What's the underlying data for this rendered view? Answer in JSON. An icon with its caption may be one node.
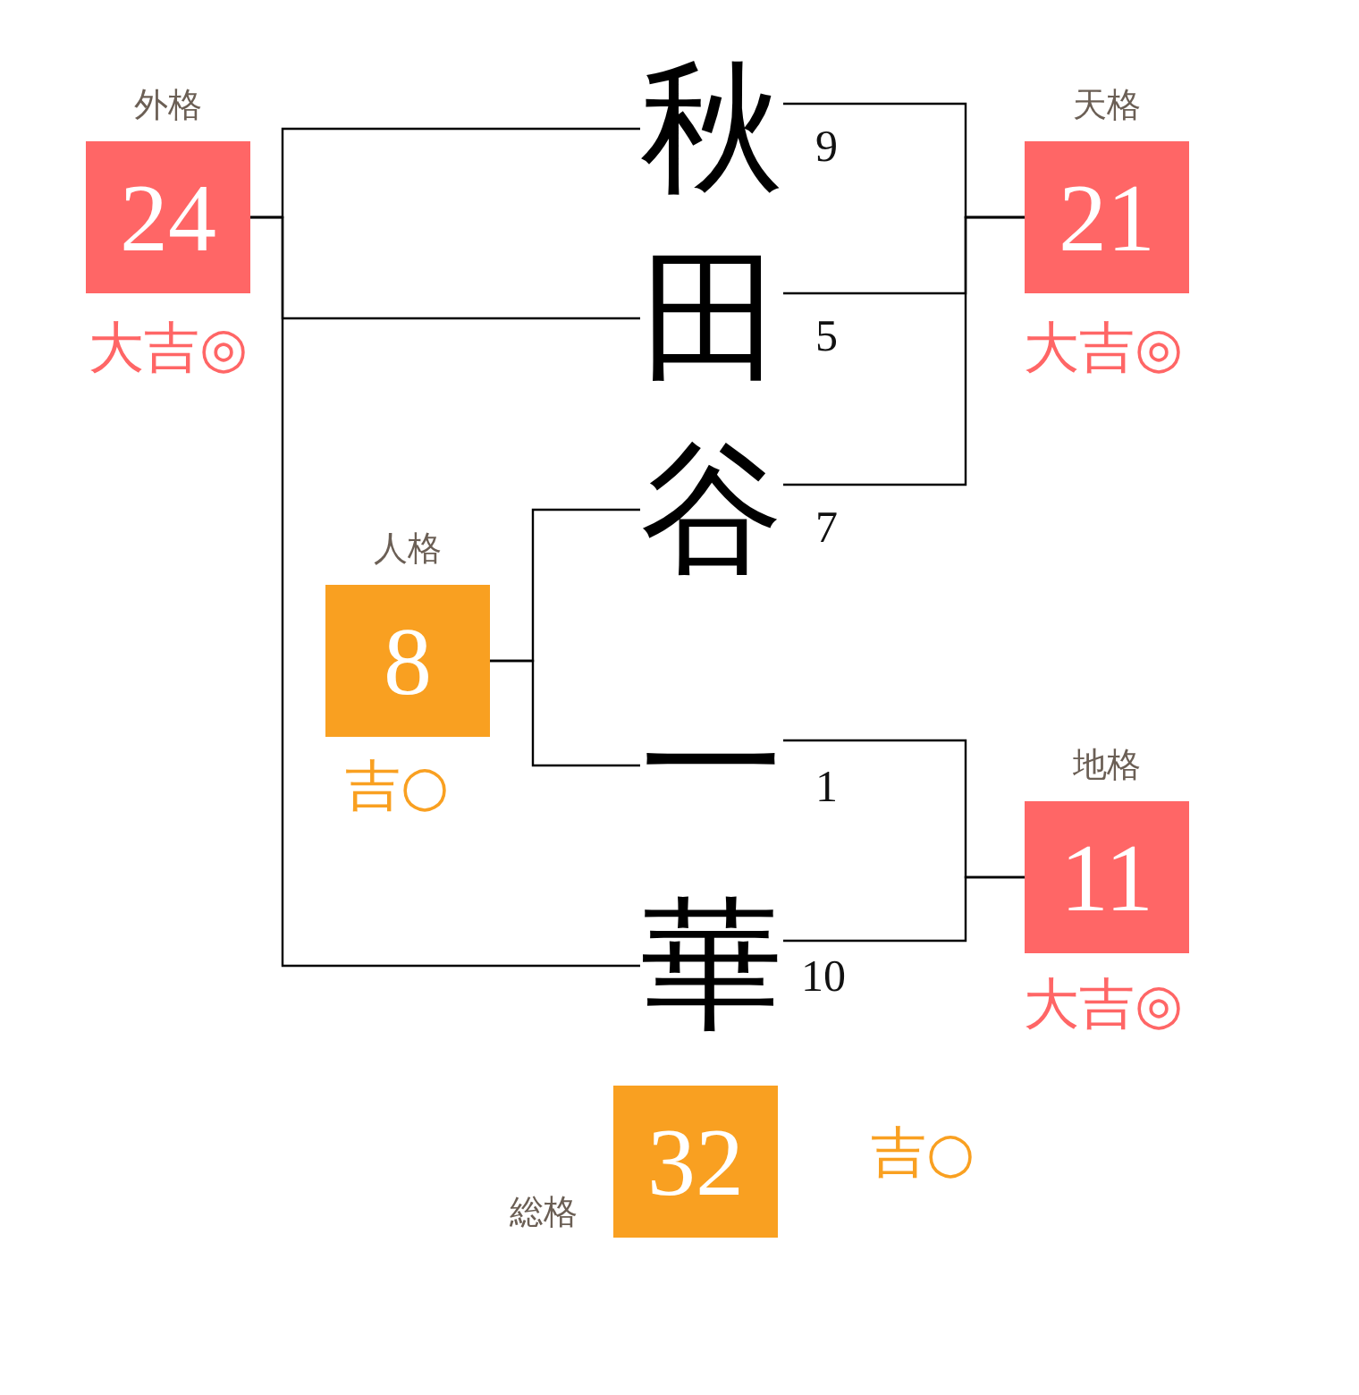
{
  "diagram": {
    "nodes": [
      {
        "text": [
          "秋"
        ],
        "beside": [
          "9"
        ]
      },
      {
        "text": [
          "田"
        ],
        "beside": [
          "5"
        ]
      },
      {
        "text": [
          "谷"
        ],
        "beside": [
          "7"
        ]
      },
      {
        "text": [
          "一"
        ],
        "beside": [
          "1"
        ]
      },
      {
        "text": [
          "華"
        ],
        "beside": [
          "10"
        ]
      },
      {
        "text": [
          "外格",
          "24"
        ],
        "beside": [
          "大吉◎"
        ]
      },
      {
        "text": [
          "天格",
          "21"
        ],
        "beside": [
          "大吉◎"
        ]
      },
      {
        "text": [
          "人格",
          "8"
        ],
        "beside": [
          "吉○"
        ]
      },
      {
        "text": [
          "地格",
          "11"
        ],
        "beside": [
          "大吉◎"
        ]
      },
      {
        "text": [
          "総格",
          "32"
        ],
        "beside": [
          "吉○"
        ]
      }
    ],
    "edges": [
      {
        "from": 0,
        "to": 6,
        "arrow": "none"
      },
      {
        "from": 1,
        "to": 6,
        "arrow": "none"
      },
      {
        "from": 2,
        "to": 6,
        "arrow": "none"
      },
      {
        "from": 2,
        "to": 7,
        "arrow": "none"
      },
      {
        "from": 3,
        "to": 7,
        "arrow": "none"
      },
      {
        "from": 3,
        "to": 8,
        "arrow": "none"
      },
      {
        "from": 4,
        "to": 8,
        "arrow": "none"
      },
      {
        "from": 0,
        "to": 5,
        "arrow": "none"
      },
      {
        "from": 1,
        "to": 5,
        "arrow": "none"
      },
      {
        "from": 4,
        "to": 5,
        "arrow": "none"
      }
    ]
  }
}
